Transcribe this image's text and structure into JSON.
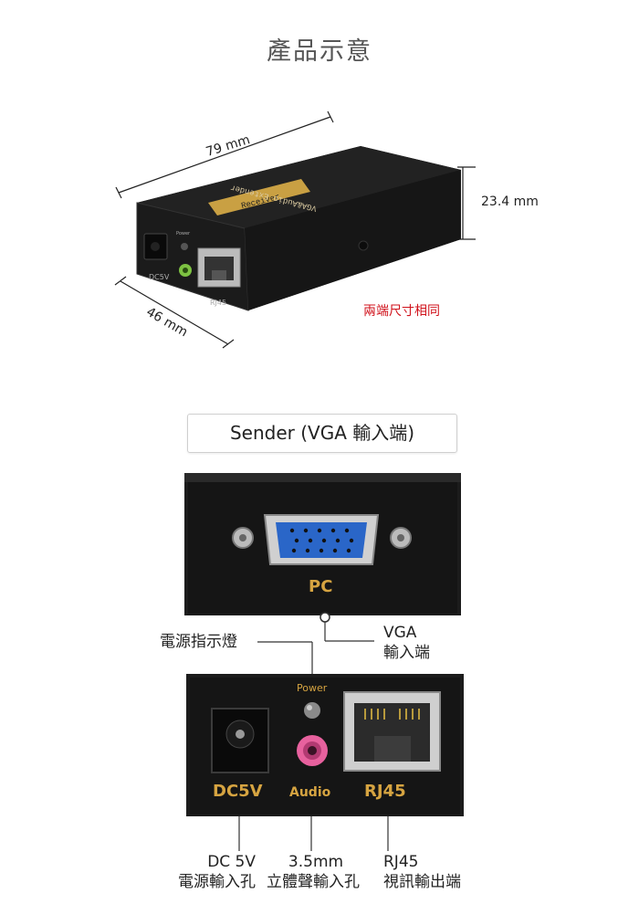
{
  "page": {
    "title": "產品示意"
  },
  "dimensions": {
    "length": "79 mm",
    "height": "23.4 mm",
    "width": "46 mm",
    "note": "兩端尺寸相同"
  },
  "product": {
    "brand": "CANTECH-ENSER",
    "device_label": "Receiver",
    "device_name": "VGA&Audio Extender",
    "ports": {
      "dc": "DC5V",
      "rj45": "RJ45",
      "power": "Power"
    }
  },
  "sender": {
    "heading": "Sender (VGA 輸入端)",
    "vga_panel_label": "PC",
    "callouts": {
      "power_led": "電源指示燈",
      "vga": [
        "VGA",
        "輸入端"
      ]
    },
    "ports": {
      "power": "Power",
      "dc": "DC5V",
      "audio": "Audio",
      "rj45": "RJ45"
    },
    "descriptions": {
      "dc": [
        "DC 5V",
        "電源輸入孔"
      ],
      "audio": [
        "3.5mm",
        "立體聲輸入孔"
      ],
      "rj45": [
        "RJ45",
        "視訊輸出端"
      ]
    }
  }
}
